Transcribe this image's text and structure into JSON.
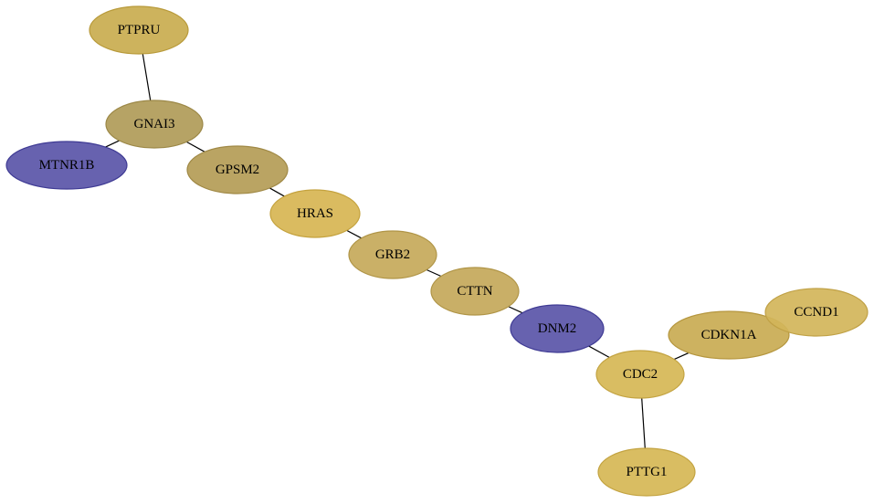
{
  "nodes": [
    {
      "id": "PTPRU",
      "label": "PTPRU",
      "fill": "#c9ac4f",
      "stroke": "#b89a3a"
    },
    {
      "id": "GNAI3",
      "label": "GNAI3",
      "fill": "#b09b58",
      "stroke": "#9c8847"
    },
    {
      "id": "MTNR1B",
      "label": "MTNR1B",
      "fill": "#5a55a8",
      "stroke": "#3f3b94"
    },
    {
      "id": "GPSM2",
      "label": "GPSM2",
      "fill": "#b49c56",
      "stroke": "#a08946"
    },
    {
      "id": "HRAS",
      "label": "HRAS",
      "fill": "#d7b552",
      "stroke": "#c4a23e"
    },
    {
      "id": "GRB2",
      "label": "GRB2",
      "fill": "#c5a95a",
      "stroke": "#b09547"
    },
    {
      "id": "CTTN",
      "label": "CTTN",
      "fill": "#c4a85a",
      "stroke": "#b09547"
    },
    {
      "id": "DNM2",
      "label": "DNM2",
      "fill": "#5a55a8",
      "stroke": "#3f3b94"
    },
    {
      "id": "CDC2",
      "label": "CDC2",
      "fill": "#d6b755",
      "stroke": "#c3a341"
    },
    {
      "id": "CDKN1A",
      "label": "CDKN1A",
      "fill": "#c9ab52",
      "stroke": "#b5963e"
    },
    {
      "id": "CCND1",
      "label": "CCND1",
      "fill": "#d3b55a",
      "stroke": "#c0a146"
    },
    {
      "id": "PTTG1",
      "label": "PTTG1",
      "fill": "#d6b755",
      "stroke": "#c3a341"
    }
  ],
  "edges": [
    [
      "PTPRU",
      "GNAI3"
    ],
    [
      "GNAI3",
      "MTNR1B"
    ],
    [
      "GNAI3",
      "GPSM2"
    ],
    [
      "GPSM2",
      "HRAS"
    ],
    [
      "HRAS",
      "GRB2"
    ],
    [
      "GRB2",
      "CTTN"
    ],
    [
      "CTTN",
      "DNM2"
    ],
    [
      "DNM2",
      "CDC2"
    ],
    [
      "CDC2",
      "CDKN1A"
    ],
    [
      "CDKN1A",
      "CCND1"
    ],
    [
      "CDC2",
      "PTTG1"
    ]
  ]
}
